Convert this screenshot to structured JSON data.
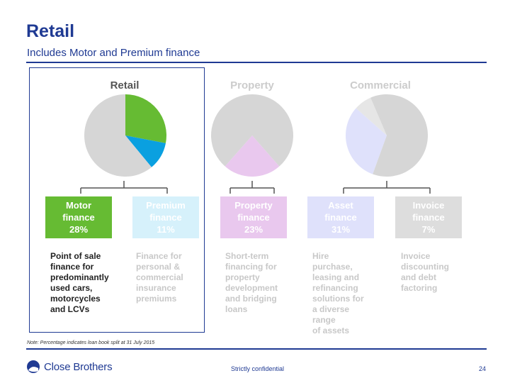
{
  "header": {
    "title": "Retail",
    "subtitle": "Includes Motor and Premium finance"
  },
  "columns": [
    {
      "heading": "Retail",
      "color": "#555555"
    },
    {
      "heading": "Property",
      "color": "#cccccc"
    },
    {
      "heading": "Commercial",
      "color": "#cccccc"
    }
  ],
  "tiles": [
    {
      "label_line1": "Motor",
      "label_line2": "finance",
      "share": "28%",
      "bg": "#66bb33",
      "fg": "#ffffff"
    },
    {
      "label_line1": "Premium",
      "label_line2": "finance",
      "share": "11%",
      "bg": "#d6f1fb",
      "fg": "#ffffff"
    },
    {
      "label_line1": "Property",
      "label_line2": "finance",
      "share": "23%",
      "bg": "#e9c8ee",
      "fg": "#ffffff"
    },
    {
      "label_line1": "Asset",
      "label_line2": "finance",
      "share": "31%",
      "bg": "#dfe1fb",
      "fg": "#ffffff"
    },
    {
      "label_line1": "Invoice",
      "label_line2": "finance",
      "share": "7%",
      "bg": "#dddddd",
      "fg": "#ffffff"
    }
  ],
  "descriptions": [
    {
      "lines": [
        "Point of sale",
        "finance for",
        "predominantly",
        "used cars,",
        "motorcycles",
        "and LCVs"
      ],
      "color": "#222222"
    },
    {
      "lines": [
        "Finance for",
        "personal &",
        "commercial",
        "insurance",
        "premiums"
      ],
      "color": "#c8c8c8"
    },
    {
      "lines": [
        "Short-term",
        "financing for",
        "property",
        "development",
        "and bridging",
        "loans"
      ],
      "color": "#c8c8c8"
    },
    {
      "lines": [
        "Hire",
        "purchase,",
        "leasing and",
        "refinancing",
        "solutions for",
        "a diverse",
        "range",
        "of assets"
      ],
      "color": "#c8c8c8"
    },
    {
      "lines": [
        "Invoice",
        "discounting",
        "and debt",
        "factoring"
      ],
      "color": "#c8c8c8"
    }
  ],
  "chart_data": [
    {
      "type": "pie",
      "segments_percent": [
        28,
        11,
        61
      ],
      "colors": [
        "#66bb33",
        "#0aa0e0",
        "#d6d6d6"
      ],
      "start_angle_deg": 0
    },
    {
      "type": "pie",
      "segments_percent": [
        23,
        77
      ],
      "colors": [
        "#e9c8ee",
        "#d6d6d6"
      ],
      "highlight_mid_angle_deg": 180
    },
    {
      "type": "pie",
      "segments_percent": [
        31,
        7,
        62
      ],
      "colors": [
        "#dfe1fb",
        "#e6e6e6",
        "#d6d6d6"
      ]
    }
  ],
  "footer": {
    "note": "Note: Percentage indicates loan book split at 31 July 2015",
    "brand": "Close Brothers",
    "confidential": "Strictly confidential",
    "page": "24"
  },
  "colors": {
    "brand_blue": "#1f3a93",
    "bracket": "#555555"
  }
}
